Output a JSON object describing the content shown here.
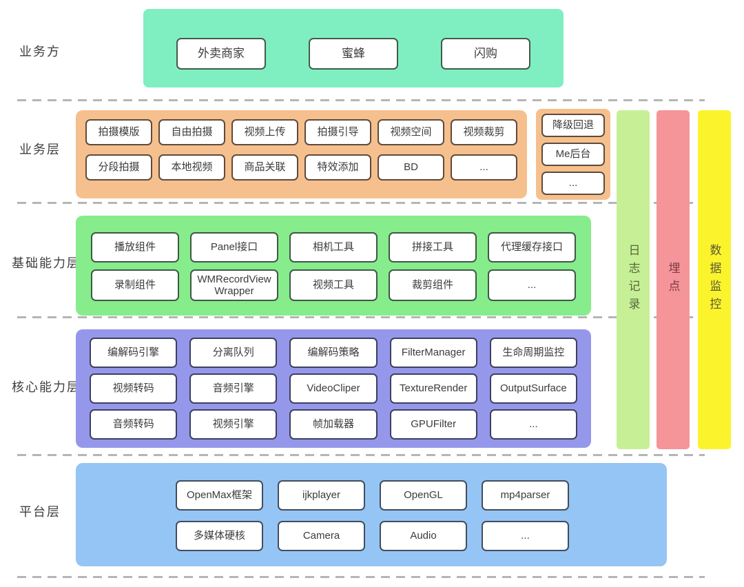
{
  "side_labels": {
    "top": "业务方",
    "business": "业务层",
    "basic": "基础能力层",
    "core": "核心能力层",
    "platform": "平台层"
  },
  "top_layer": {
    "items": [
      "外卖商家",
      "蜜蜂",
      "闪购"
    ]
  },
  "business_layer": {
    "rows": [
      [
        "拍摄模版",
        "自由拍摄",
        "视频上传",
        "拍摄引导",
        "视频空间",
        "视频裁剪"
      ],
      [
        "分段拍摄",
        "本地视频",
        "商品关联",
        "特效添加",
        "BD",
        "..."
      ]
    ],
    "side_items": [
      "降级回退",
      "Me后台",
      "..."
    ]
  },
  "basic_layer": {
    "rows": [
      [
        "播放组件",
        "Panel接口",
        "相机工具",
        "拼接工具",
        "代理缓存接口"
      ],
      [
        "录制组件",
        "WMRecordView Wrapper",
        "视频工具",
        "裁剪组件",
        "..."
      ]
    ]
  },
  "core_layer": {
    "rows": [
      [
        "编解码引擎",
        "分离队列",
        "编解码策略",
        "FilterManager",
        "生命周期监控"
      ],
      [
        "视频转码",
        "音频引擎",
        "VideoCliper",
        "TextureRender",
        "OutputSurface"
      ],
      [
        "音频转码",
        "视频引擎",
        "帧加载器",
        "GPUFilter",
        "..."
      ]
    ]
  },
  "platform_layer": {
    "rows": [
      [
        "OpenMax框架",
        "ijkplayer",
        "OpenGL",
        "mp4parser"
      ],
      [
        "多媒体硬核",
        "Camera",
        "Audio",
        "..."
      ]
    ]
  },
  "vertical_bars": [
    {
      "label": "日志记录",
      "bg": "#c7f096"
    },
    {
      "label": "埋点",
      "bg": "#f59599"
    },
    {
      "label": "数据监控",
      "bg": "#fbf42d"
    }
  ],
  "colors": {
    "top_layer_bg": "#7fefc1",
    "business_layer_bg": "#f5c08d",
    "basic_layer_bg": "#87ec8b",
    "core_layer_bg": "#9598ea",
    "platform_layer_bg": "#95c5f4",
    "logging_bar_bg": "#c7f096",
    "tracking_bar_bg": "#f59599",
    "monitoring_bar_bg": "#fbf42d",
    "separator": "#b5b5b5"
  }
}
